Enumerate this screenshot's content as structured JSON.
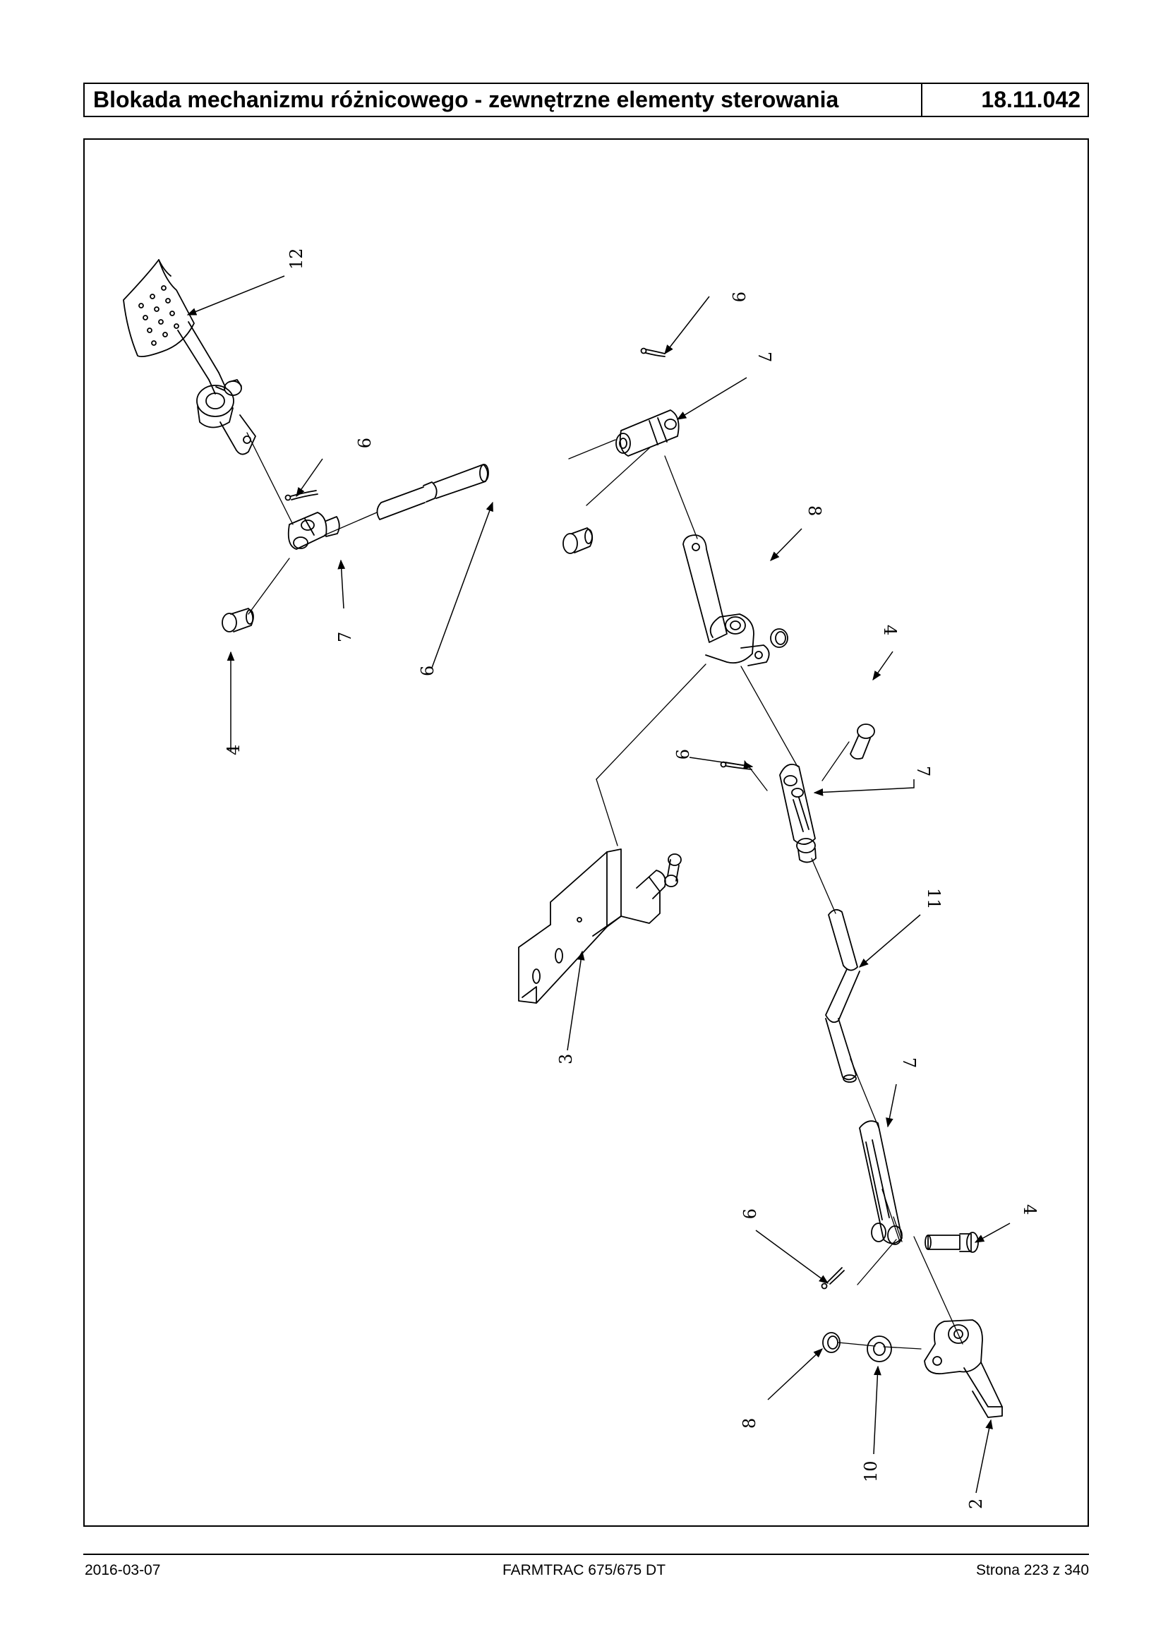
{
  "header": {
    "title": "Blokada mechanizmu różnicowego - zewnętrzne elementy sterowania",
    "code": "18.11.042"
  },
  "diagram": {
    "callouts": [
      "12",
      "9",
      "7",
      "9",
      "7",
      "6",
      "4",
      "8",
      "4",
      "9",
      "7",
      "3",
      "11",
      "7",
      "9",
      "4",
      "8",
      "10",
      "2"
    ]
  },
  "footer": {
    "date": "2016-03-07",
    "model": "FARMTRAC 675/675 DT",
    "page": "Strona 223 z 340"
  }
}
